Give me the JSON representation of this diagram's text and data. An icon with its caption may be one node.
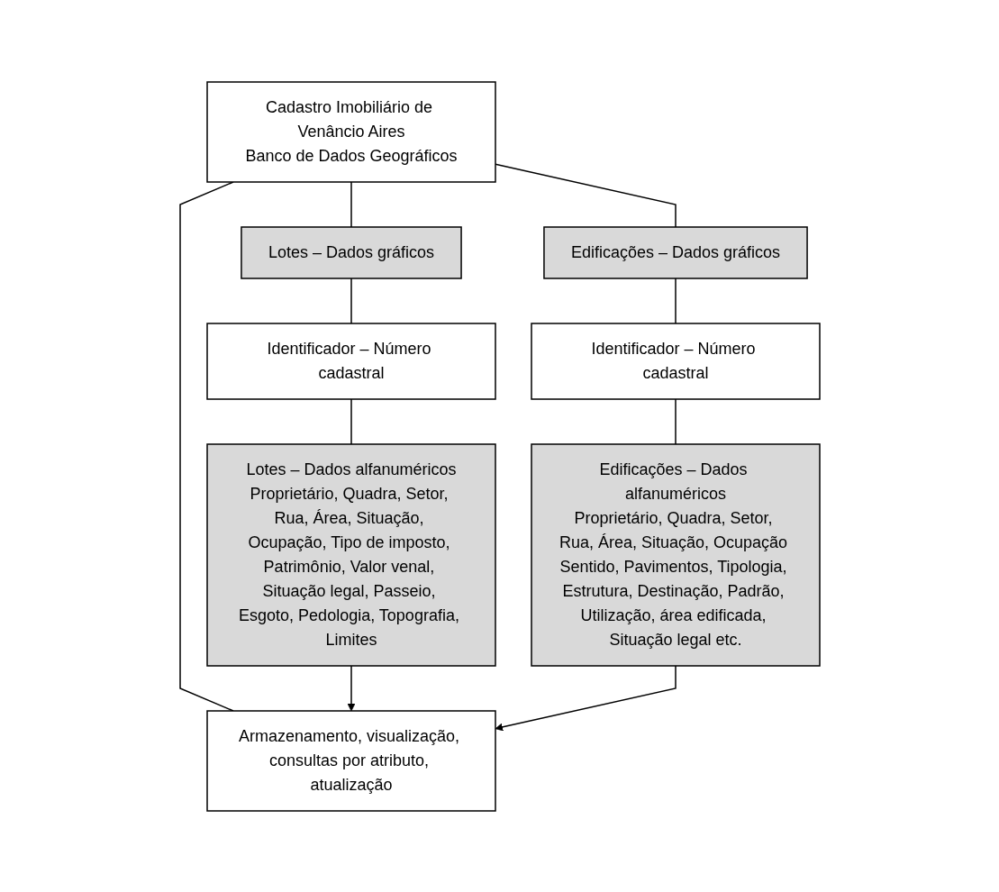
{
  "diagram": {
    "nodes": [
      {
        "text": [
          "Cadastro Imobiliário de Venâncio Aires",
          "Banco de Dados Geográficos"
        ]
      },
      {
        "text": [
          "Lotes – Dados gráficos"
        ]
      },
      {
        "text": [
          "Edificações – Dados gráficos"
        ]
      },
      {
        "text": [
          "Identificador – Número cadastral"
        ]
      },
      {
        "text": [
          "Identificador – Número cadastral"
        ]
      },
      {
        "text": [
          "Lotes – Dados alfanuméricos",
          "Proprietário, Quadra, Setor, Rua, Área, Situação, Ocupação, Tipo de imposto, Patrimônio, Valor venal, Situação legal, Passeio, Esgoto, Pedologia, Topografia, Limites"
        ]
      },
      {
        "text": [
          "Edificações – Dados alfanuméricos",
          "Proprietário, Quadra, Setor, Rua, Área, Situação, Ocupação Sentido, Pavimentos, Tipologia, Estrutura, Destinação, Padrão, Utilização, área edificada, Situação legal etc."
        ]
      },
      {
        "text": [
          "Armazenamento, visualização, consultas por atributo, atualização"
        ]
      }
    ],
    "edges": [
      {
        "from": 0,
        "to": 1,
        "arrow": "none"
      },
      {
        "from": 0,
        "to": 2,
        "arrow": "none"
      },
      {
        "from": 0,
        "to": 7,
        "arrow": "none"
      },
      {
        "from": 1,
        "to": 3,
        "arrow": "none"
      },
      {
        "from": 2,
        "to": 4,
        "arrow": "none"
      },
      {
        "from": 3,
        "to": 5,
        "arrow": "none"
      },
      {
        "from": 4,
        "to": 6,
        "arrow": "none"
      },
      {
        "from": 5,
        "to": 7,
        "arrow": "to"
      },
      {
        "from": 6,
        "to": 7,
        "arrow": "to"
      }
    ]
  }
}
